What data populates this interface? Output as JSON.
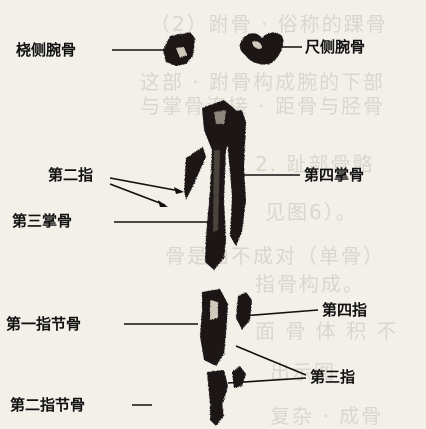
{
  "labels": {
    "radial_carpal": "桡侧腕骨",
    "ulnar_carpal": "尺侧腕骨",
    "second_digit": "第二指",
    "fourth_metacarpal": "第四掌骨",
    "third_metacarpal": "第三掌骨",
    "first_phalanx": "第一指节骨",
    "fourth_digit": "第四指",
    "third_digit": "第三指",
    "second_phalanx": "第二指节骨"
  },
  "colors": {
    "bone": "#1c1917",
    "bone_highlight": "#cfc8bb",
    "leader_line": "#111111",
    "paper": "#f3f0ea"
  }
}
